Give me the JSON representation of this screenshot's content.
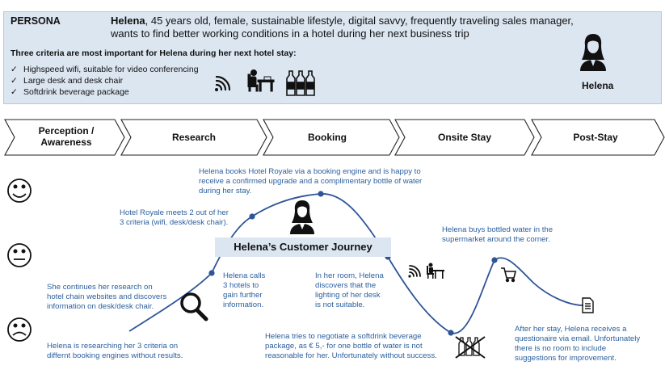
{
  "persona": {
    "label": "PERSONA",
    "name_bold": "Helena",
    "description_line1": ", 45 years old, female, sustainable lifestyle, digital savvy, frequently traveling sales manager,",
    "description_line2": "wants to find better working conditions in a hotel during her next business trip",
    "criteria_heading": "Three criteria are most important for Helena during her next hotel stay:",
    "criteria": [
      "Highspeed wifi, suitable for video conferencing",
      "Large desk and desk chair",
      "Softdrink beverage package"
    ],
    "avatar_name": "Helena"
  },
  "stages": [
    {
      "line1": "Perception /",
      "line2": "Awareness"
    },
    {
      "line1": "Research",
      "line2": ""
    },
    {
      "line1": "Booking",
      "line2": ""
    },
    {
      "line1": "Onsite Stay",
      "line2": ""
    },
    {
      "line1": "Post-Stay",
      "line2": ""
    }
  ],
  "journey_title": "Helena’s Customer Journey",
  "annotations": {
    "a1": [
      "Helena is researching her 3 criteria on",
      "differnt booking engines without results."
    ],
    "a2": [
      "She continues her research on",
      "hotel chain websites and discovers",
      "information on desk/desk chair."
    ],
    "a3": [
      "Helena",
      "calls",
      "3 hotels to",
      "gain further",
      "information."
    ],
    "a4": [
      "Hotel Royale meets 2 out of her",
      "3 criteria (wifi, desk/desk chair)."
    ],
    "a5": [
      "Helena books Hotel Royale via a booking engine  and is happy to",
      "receive a confirmed upgrade and a complimentary bottle of water",
      "during her stay."
    ],
    "a6": [
      "In her room, Helena",
      "discovers that the",
      "lighting of her desk",
      "is not suitable."
    ],
    "a7": [
      "Helena tries to negotiate a softdrink beverage",
      "package, as  € 5,- for one bottle of water is not",
      "reasonable for her. Unfortunately without success."
    ],
    "a8": [
      "Helena buys bottled water in the",
      "supermarket around the corner."
    ],
    "a9": [
      "After her stay, Helena receives a",
      "questionaire via email. Unfortunately",
      "there is no room to include",
      "suggestions for improvement."
    ]
  },
  "colors": {
    "persona_bg": "#dce6f1",
    "curve": "#2f5597",
    "annotation_text": "#2b5f9e"
  },
  "icons": [
    "wifi-icon",
    "desk-chair-icon",
    "bottles-icon",
    "persona-avatar-icon",
    "magnifier-icon",
    "cart-icon",
    "document-icon",
    "crossed-bottles-icon",
    "happy-face-icon",
    "neutral-face-icon",
    "sad-face-icon"
  ]
}
